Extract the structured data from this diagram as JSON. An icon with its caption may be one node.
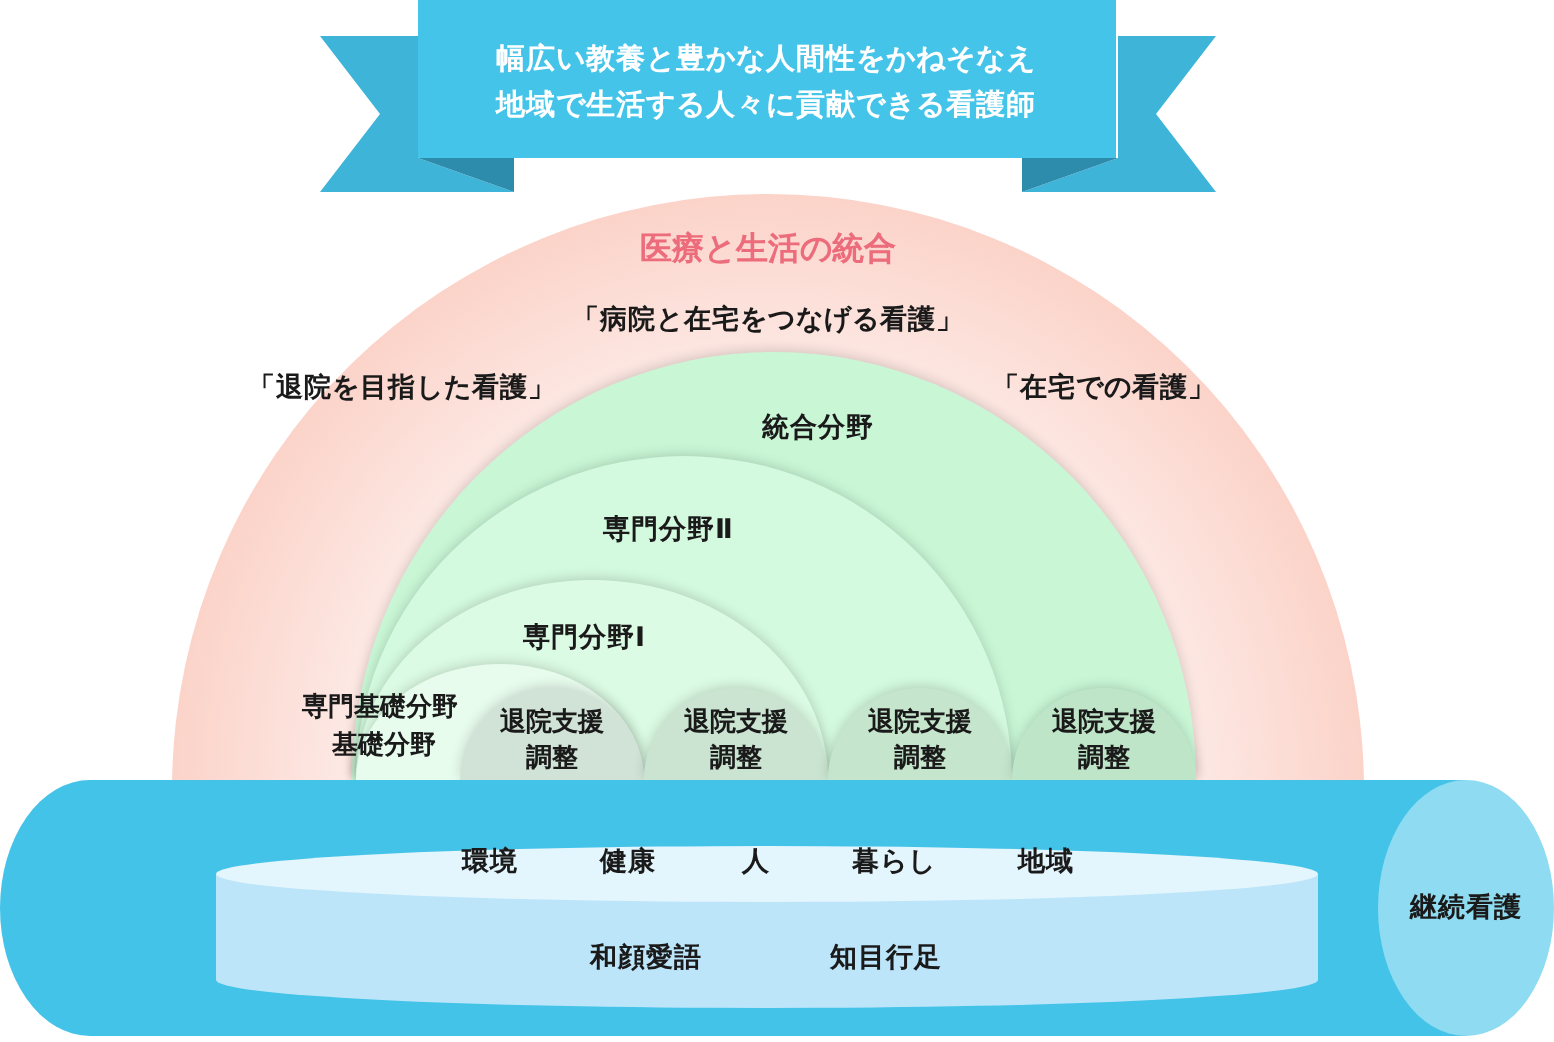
{
  "diagram": {
    "nodes": [
      {
        "text": [
          "幅広い教養と豊かな人間性をかねそなえ地域で生活する人々に貢献できる看護師"
        ]
      },
      {
        "text": [
          "医療と生活の統合",
          "「病院と在宅をつなげる看護」",
          "「退院を目指した看護」",
          "「在宅での看護」"
        ]
      },
      {
        "text": [
          "統合分野"
        ],
        "in": 1
      },
      {
        "text": [
          "専門分野Ⅱ"
        ],
        "in": 2
      },
      {
        "text": [
          "専門分野Ⅰ"
        ],
        "in": 3
      },
      {
        "text": [
          "専門基礎分野",
          "基礎分野"
        ],
        "in": 4
      },
      {
        "text": [
          "退院支援調整"
        ],
        "in": 5
      },
      {
        "text": [
          "退院支援調整"
        ],
        "in": 4
      },
      {
        "text": [
          "退院支援調整"
        ],
        "in": 3
      },
      {
        "text": [
          "退院支援調整"
        ],
        "in": 2
      },
      {
        "text": [
          "継続看護"
        ]
      },
      {
        "text": [
          "環境",
          "健康",
          "人",
          "暮らし",
          "地域",
          "和顔愛語",
          "知目行足"
        ],
        "in": 10
      }
    ]
  }
}
